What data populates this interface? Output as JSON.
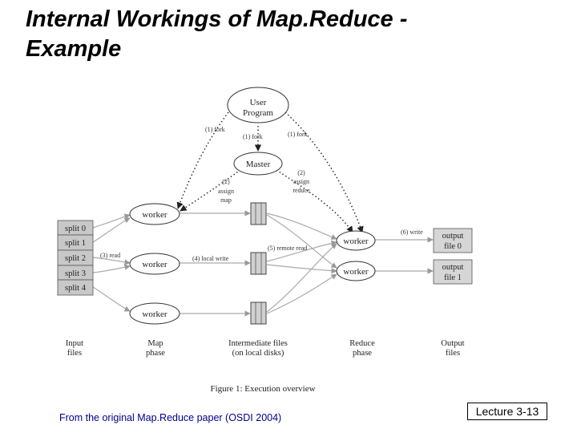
{
  "slide": {
    "title_line1": "Internal Workings of Map.Reduce -",
    "title_line2": "Example",
    "source_note": "From the original Map.Reduce paper (OSDI 2004)",
    "lecture_label": "Lecture 3-13"
  },
  "figure": {
    "caption": "Figure 1: Execution overview",
    "user_program": [
      "User",
      "Program"
    ],
    "master": "Master",
    "worker_label": "worker",
    "splits": [
      "split 0",
      "split 1",
      "split 2",
      "split 3",
      "split 4"
    ],
    "output_files": [
      [
        "output",
        "file 0"
      ],
      [
        "output",
        "file 1"
      ]
    ],
    "edge_labels": {
      "fork_left": "(1) fork",
      "fork_mid": "(1) fork",
      "fork_right": "(1) fork",
      "assign_map": [
        "(2)",
        "assign",
        "map"
      ],
      "assign_reduce": [
        "(2)",
        "assign",
        "reduce"
      ],
      "read": "(3) read",
      "local_write": "(4) local write",
      "remote_read": "(5) remote read",
      "write": "(6) write"
    },
    "phase_labels": {
      "input": [
        "Input",
        "files"
      ],
      "map": [
        "Map",
        "phase"
      ],
      "intermediate": [
        "Intermediate files",
        "(on local disks)"
      ],
      "reduce": [
        "Reduce",
        "phase"
      ],
      "output": [
        "Output",
        "files"
      ]
    }
  },
  "colors": {
    "solid_edge": "#aaaaaa",
    "dotted_edge": "#222222",
    "split_fill": "#c8c8c8",
    "output_fill": "#d6d6d6",
    "source_note": "#00008b"
  }
}
